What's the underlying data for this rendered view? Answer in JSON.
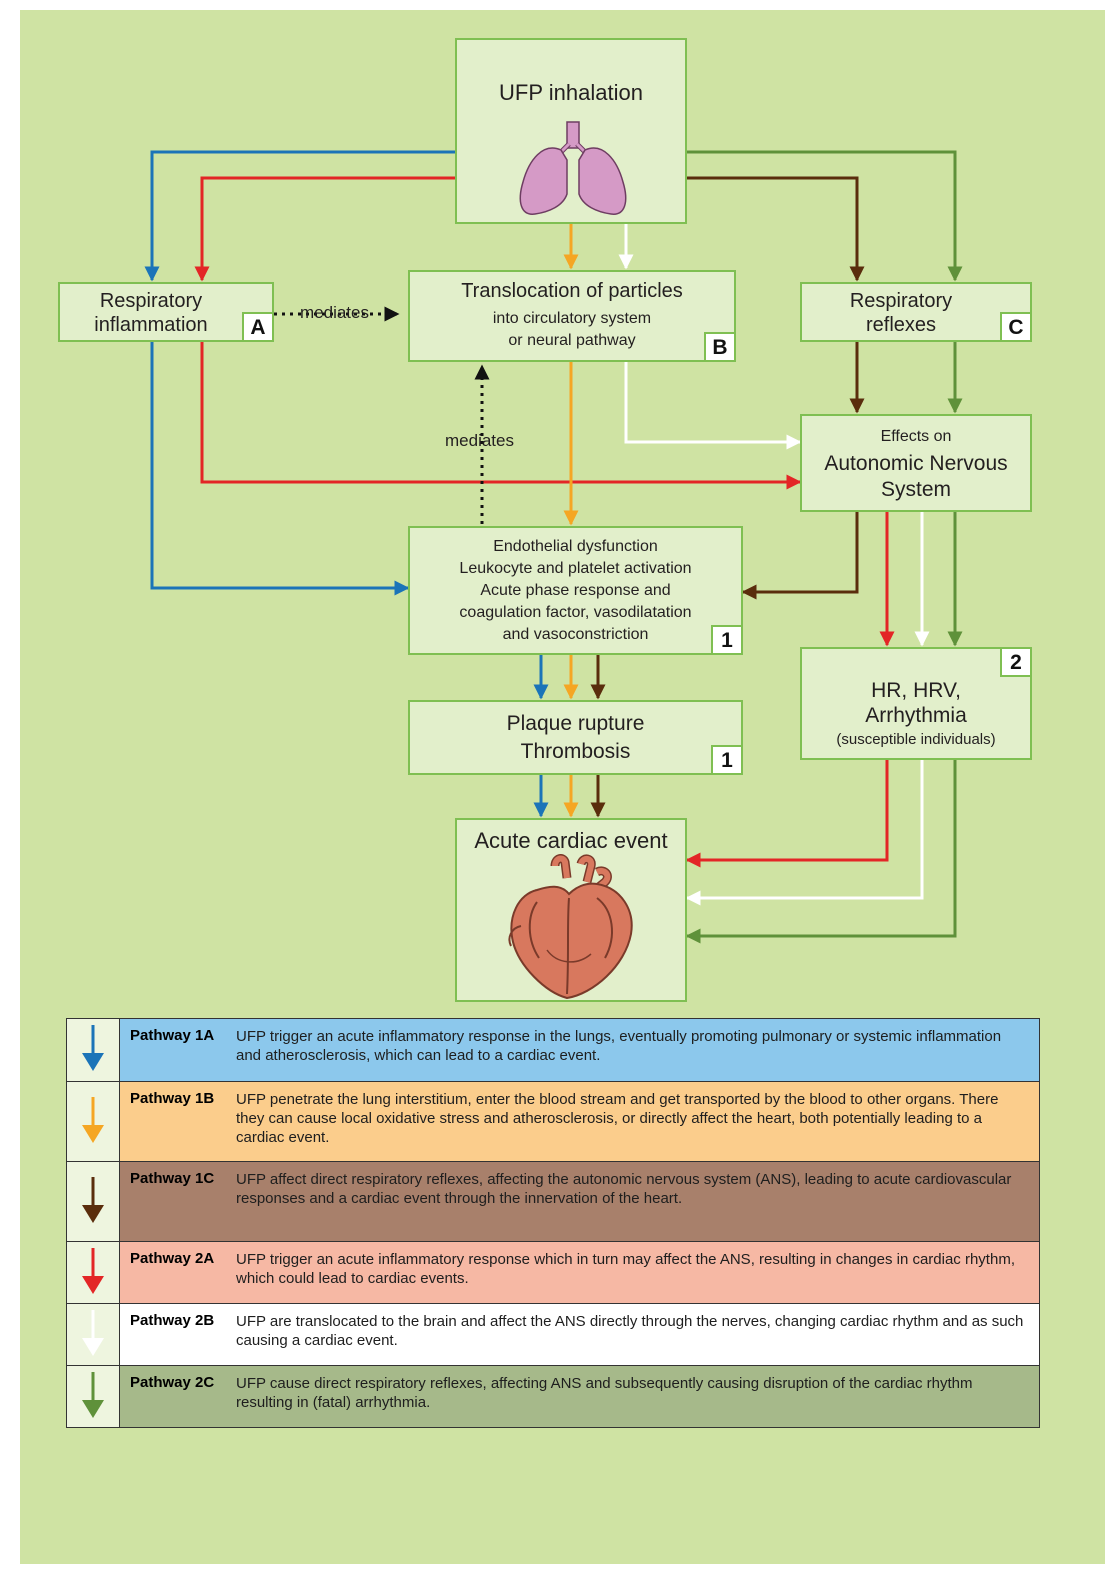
{
  "nodes": {
    "ufp_inhalation": {
      "title": "UFP inhalation"
    },
    "resp_inflammation": {
      "line1": "Respiratory",
      "line2": "inflammation",
      "badge": "A"
    },
    "translocation": {
      "title": "Translocation of particles",
      "line2": "into circulatory system",
      "line3": "or neural pathway",
      "badge": "B"
    },
    "resp_reflexes": {
      "line1": "Respiratory",
      "line2": "reflexes",
      "badge": "C"
    },
    "ans": {
      "line1": "Effects on",
      "line2": "Autonomic Nervous",
      "line3": "System"
    },
    "endothelial": {
      "lines": [
        "Endothelial dysfunction",
        "Leukocyte and platelet activation",
        "Acute phase response and",
        "coagulation factor, vasodilatation",
        "and vasoconstriction"
      ],
      "badge": "1"
    },
    "hr": {
      "line1": "HR, HRV,",
      "line2": "Arrhythmia",
      "line3": "(susceptible individuals)",
      "badge": "2"
    },
    "plaque": {
      "line1": "Plaque rupture",
      "line2": "Thrombosis",
      "badge": "1"
    },
    "acute_cardiac": {
      "title": "Acute cardiac event"
    }
  },
  "edge_labels": {
    "mediates_horizontal": "mediates",
    "mediates_vertical": "mediates"
  },
  "colors": {
    "background": "#cfe3a3",
    "box_fill": "#e2efcb",
    "box_border": "#7fbf52",
    "blue": "#1b74b8",
    "orange": "#f5a623",
    "brown": "#5a2d0c",
    "red": "#e32626",
    "white": "#ffffff",
    "green": "#5f913a"
  },
  "icons": {
    "lungs": "lungs-icon",
    "heart": "heart-icon"
  },
  "legend": [
    {
      "name": "Pathway 1A",
      "color": "#1b74b8",
      "bg": "#8cc8ec",
      "desc": "UFP trigger an acute inflammatory response in the lungs, eventually promoting pulmonary or systemic inflammation and atherosclerosis, which can lead to a cardiac event."
    },
    {
      "name": "Pathway 1B",
      "color": "#f5a623",
      "bg": "#fbcd8c",
      "desc": "UFP penetrate the lung interstitium, enter the blood stream and get transported by the blood to other organs. There they can cause local oxidative stress and atherosclerosis, or directly affect the heart, both potentially leading to a cardiac event."
    },
    {
      "name": "Pathway 1C",
      "color": "#5a2d0c",
      "bg": "#a8806b",
      "desc": "UFP affect direct respiratory reflexes, affecting the autonomic nervous system (ANS), leading to acute cardiovascular responses and a cardiac event through the innervation of the heart."
    },
    {
      "name": "Pathway 2A",
      "color": "#e32626",
      "bg": "#f6b8a4",
      "desc": "UFP trigger an acute inflammatory response which in turn may affect the ANS, resulting in changes in cardiac rhythm, which could lead to cardiac events."
    },
    {
      "name": "Pathway 2B",
      "color": "#ffffff",
      "bg": "#ffffff",
      "desc": "UFP are translocated to the brain and affect the ANS directly through the nerves, changing cardiac rhythm and as such causing a cardiac event."
    },
    {
      "name": "Pathway 2C",
      "color": "#5f913a",
      "bg": "#a6b98a",
      "desc": "UFP cause direct respiratory reflexes, affecting ANS and subsequently causing disruption of the cardiac rhythm resulting in (fatal) arrhythmia."
    }
  ]
}
